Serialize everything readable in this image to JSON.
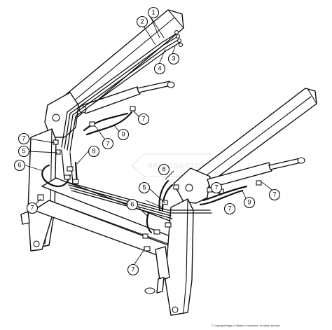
{
  "watermark": {
    "text": "BRIGGS&STRATTON"
  },
  "copyright": "© Copyright Briggs & Stratton Corporation. All rights reserved",
  "callouts": [
    {
      "label": "1"
    },
    {
      "label": "2"
    },
    {
      "label": "3"
    },
    {
      "label": "4"
    },
    {
      "label": "7"
    },
    {
      "label": "9"
    },
    {
      "label": "7"
    },
    {
      "label": "7"
    },
    {
      "label": "5"
    },
    {
      "label": "8"
    },
    {
      "label": "6"
    },
    {
      "label": "7"
    },
    {
      "label": "8"
    },
    {
      "label": "5"
    },
    {
      "label": "7"
    },
    {
      "label": "9"
    },
    {
      "label": "7"
    },
    {
      "label": "7"
    },
    {
      "label": "6"
    },
    {
      "label": "7"
    }
  ]
}
